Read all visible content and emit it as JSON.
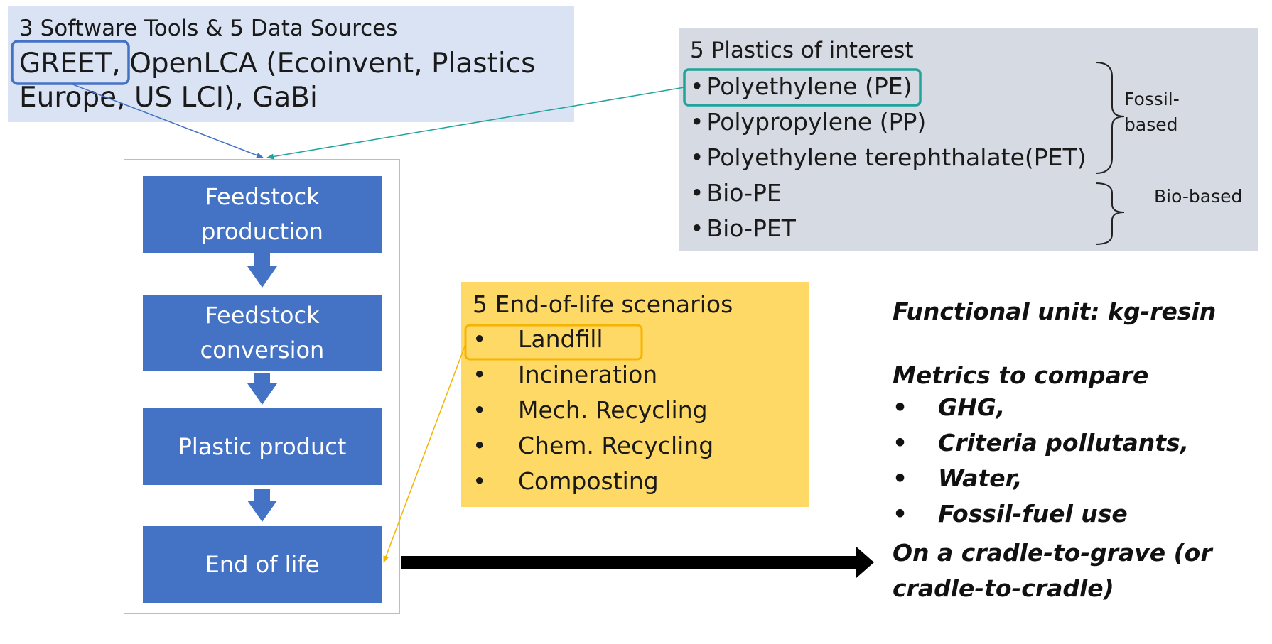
{
  "tools": {
    "title": "3 Software Tools & 5 Data Sources",
    "line1": "GREET, OpenLCA (Ecoinvent, Plastics",
    "line2": "Europe, US LCI), GaBi"
  },
  "plastics": {
    "title": "5 Plastics of interest",
    "items": [
      "Polyethylene (PE)",
      "Polypropylene (PP)",
      "Polyethylene terephthalate(PET)",
      "Bio-PE",
      "Bio-PET"
    ],
    "fossil_label_1": "Fossil-",
    "fossil_label_2": "based",
    "bio_label": "Bio-based"
  },
  "flow": {
    "steps": [
      {
        "line1": "Feedstock",
        "line2": "production"
      },
      {
        "line1": "Feedstock",
        "line2": "conversion"
      },
      {
        "line1": "Plastic product",
        "line2": ""
      },
      {
        "line1": "End of life",
        "line2": ""
      }
    ]
  },
  "eol": {
    "title": "5 End-of-life scenarios",
    "bullet": "•",
    "items": [
      "Landfill",
      "Incineration",
      "Mech. Recycling",
      "Chem. Recycling",
      "Composting"
    ]
  },
  "summary": {
    "functional_unit": "Functional unit: kg-resin",
    "metrics_title": "Metrics to compare",
    "bullet": "•",
    "metrics": [
      "GHG,",
      "Criteria pollutants,",
      "Water,",
      "Fossil-fuel use"
    ],
    "basis_line1": "On a cradle-to-grave (or",
    "basis_line2": "cradle-to-cradle)"
  },
  "colors": {
    "tools_bg": "#dae3f3",
    "plastics_bg": "#d6dae3",
    "step_fill": "#4472c4",
    "eol_bg": "#ffd966",
    "highlight_blue": "#4472c4",
    "highlight_teal": "#1fa39a",
    "highlight_orange": "#f4b400",
    "frame_green": "#a9d18e"
  }
}
